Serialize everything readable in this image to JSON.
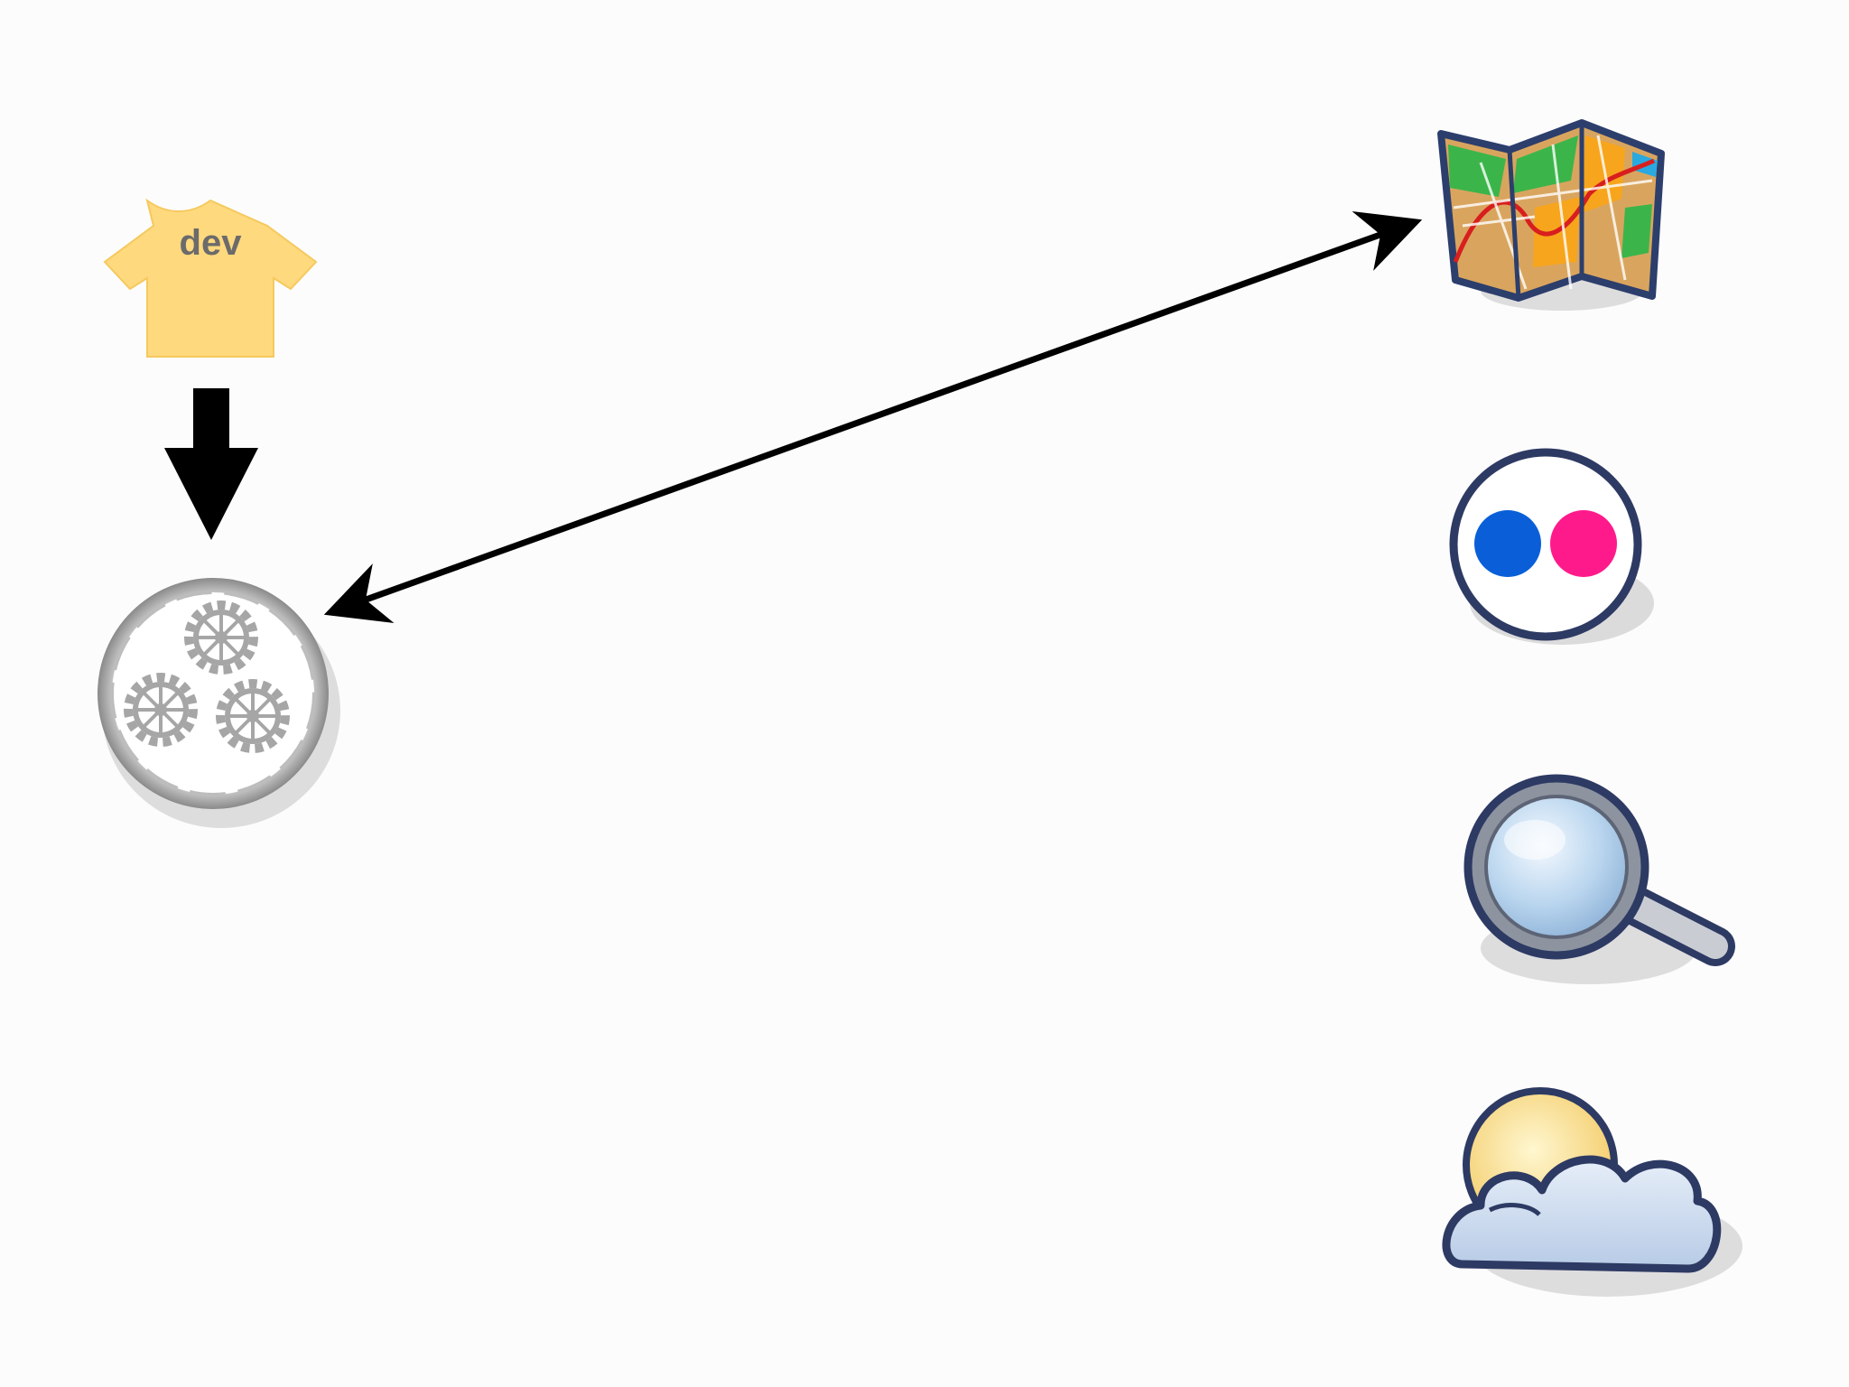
{
  "diagram": {
    "developer": {
      "icon": "dev-tshirt-icon",
      "label": "dev",
      "shirt_color": "#ffd97e",
      "label_color": "#6b6b6b"
    },
    "server": {
      "icon": "gears-server-icon",
      "color": "#9a9a9a"
    },
    "services": [
      {
        "name": "maps",
        "icon": "map-icon"
      },
      {
        "name": "flickr",
        "icon": "flickr-icon",
        "colors": [
          "#0a5fd8",
          "#ff1a8c"
        ]
      },
      {
        "name": "search",
        "icon": "magnifier-icon"
      },
      {
        "name": "weather",
        "icon": "cloud-sun-icon"
      }
    ],
    "arrows": [
      {
        "from": "developer",
        "to": "server",
        "style": "thick-down"
      },
      {
        "from": "server",
        "to": "maps",
        "style": "double-headed"
      }
    ]
  }
}
